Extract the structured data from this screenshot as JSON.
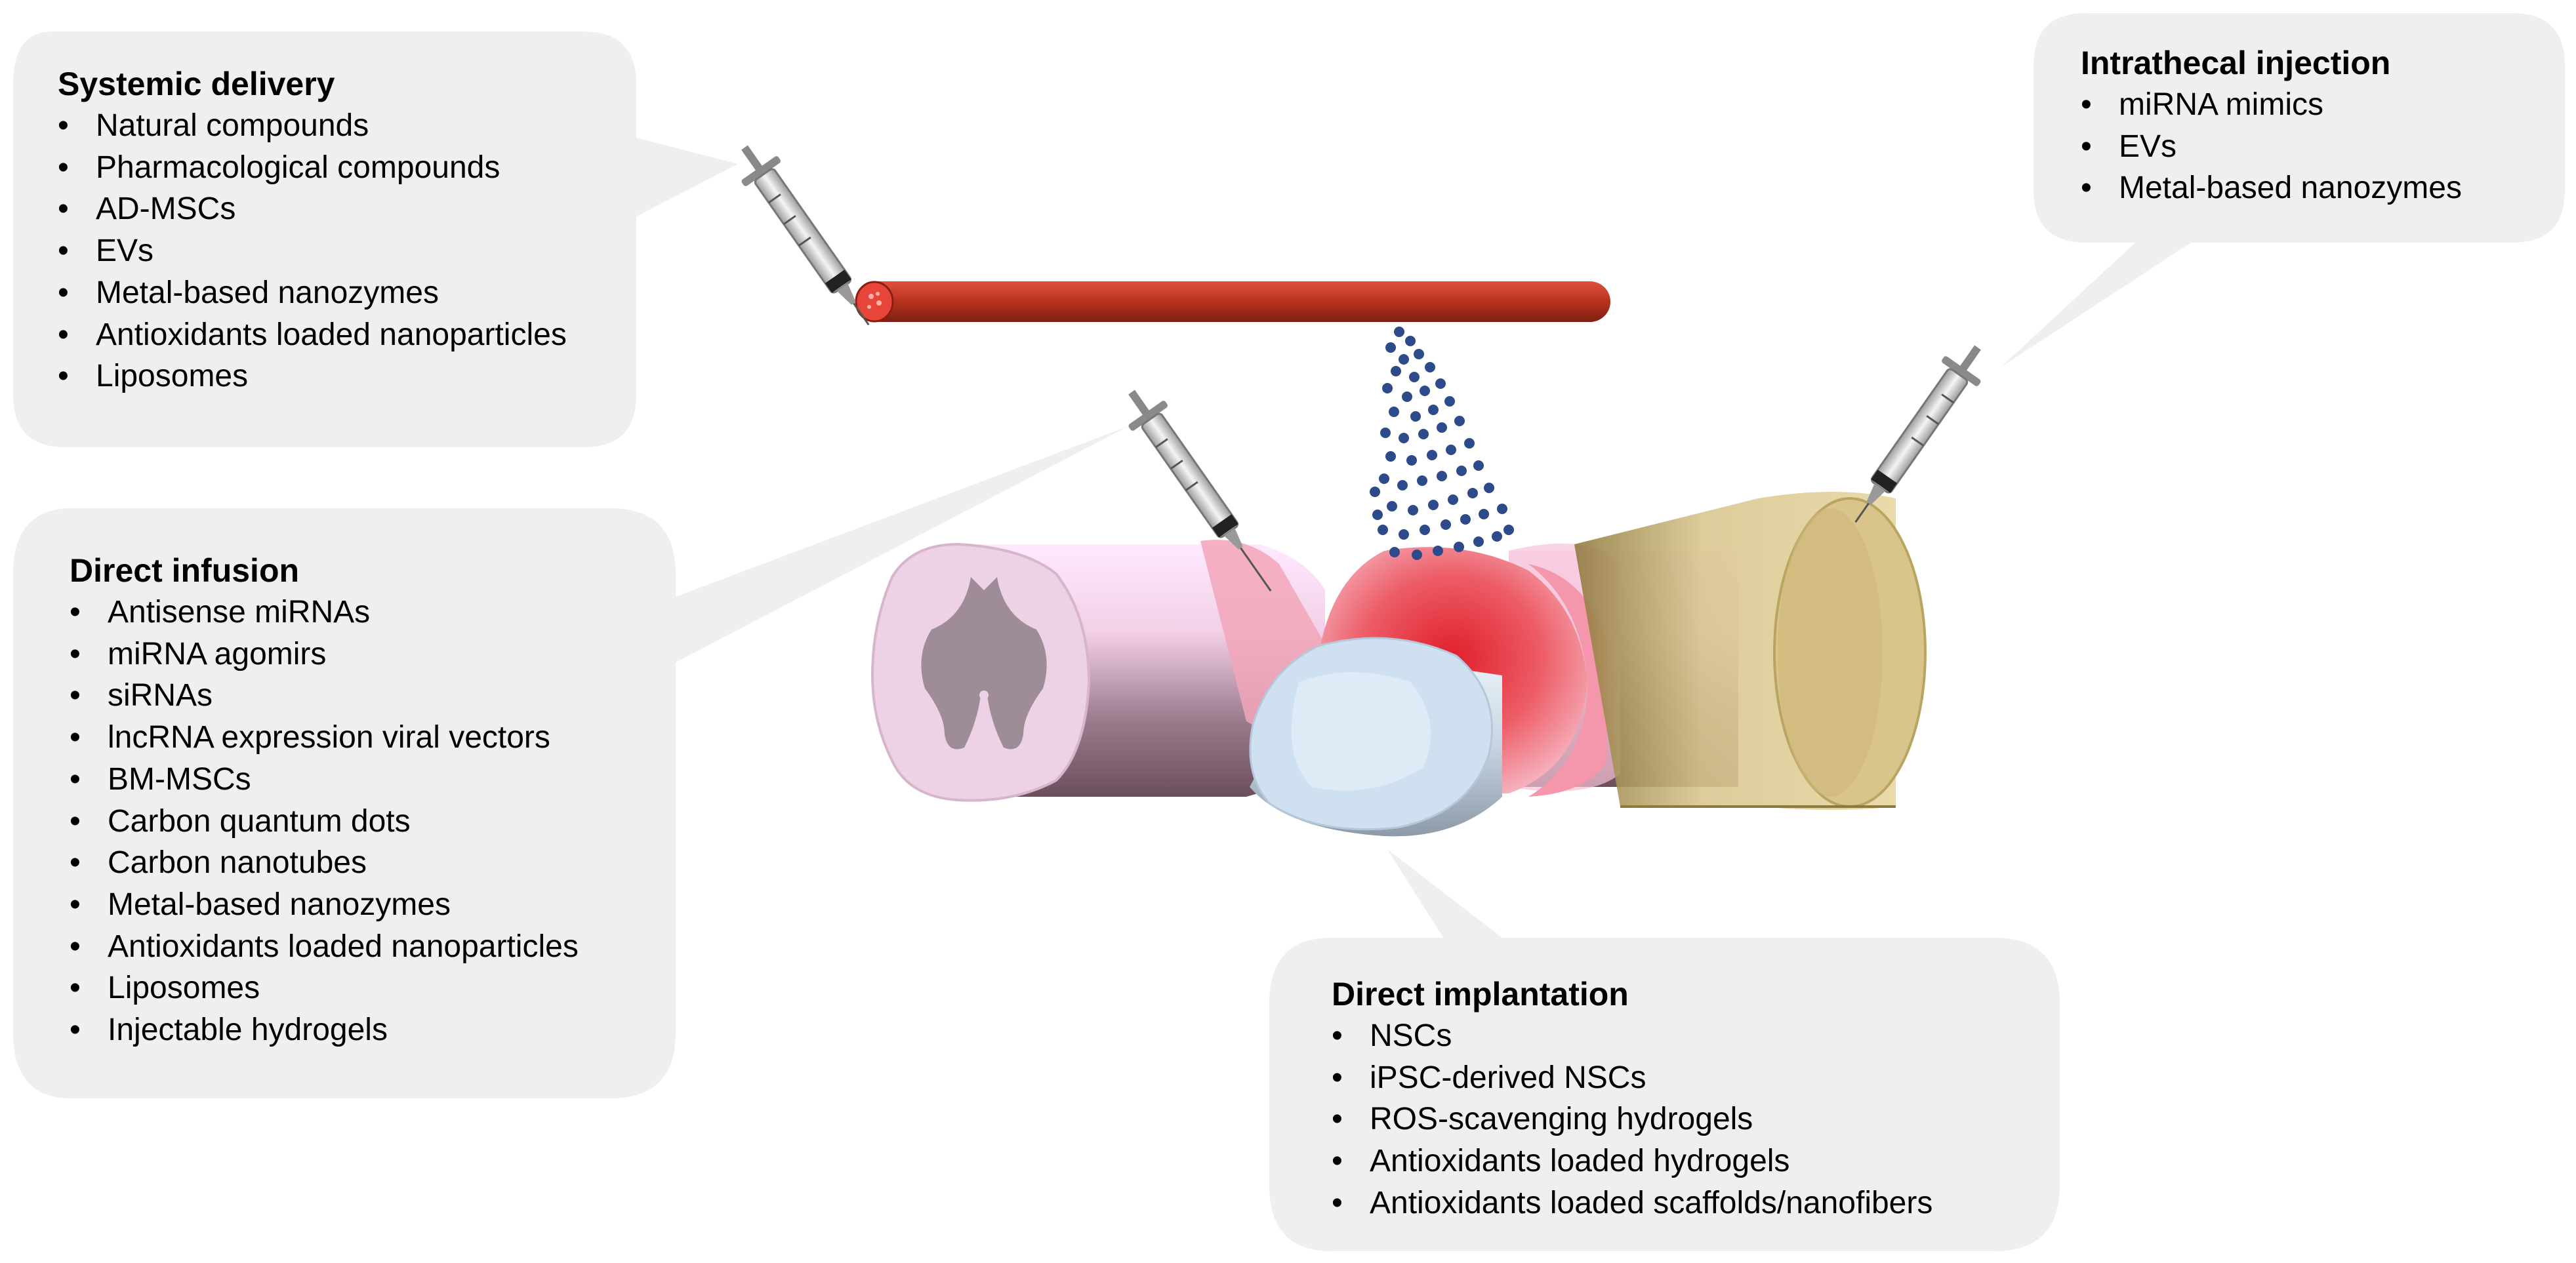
{
  "callouts": {
    "systemic": {
      "title": "Systemic delivery",
      "items": [
        "Natural compounds",
        "Pharmacological compounds",
        "AD-MSCs",
        "EVs",
        "Metal-based nanozymes",
        "Antioxidants loaded nanoparticles",
        "Liposomes"
      ]
    },
    "intrathecal": {
      "title": "Intrathecal injection",
      "items": [
        "miRNA mimics",
        "EVs",
        "Metal-based nanozymes"
      ]
    },
    "infusion": {
      "title": "Direct infusion",
      "items": [
        "Antisense miRNAs",
        "miRNA agomirs",
        "siRNAs",
        "lncRNA expression viral vectors",
        "BM-MSCs",
        "Carbon quantum dots",
        "Carbon nanotubes",
        "Metal-based nanozymes",
        "Antioxidants loaded nanoparticles",
        "Liposomes",
        "Injectable hydrogels"
      ]
    },
    "implantation": {
      "title": "Direct implantation",
      "items": [
        "NSCs",
        "iPSC-derived NSCs",
        "ROS-scavenging hydrogels",
        "Antioxidants loaded hydrogels",
        "Antioxidants loaded scaffolds/nanofibers"
      ]
    }
  },
  "colors": {
    "callout_bg": "#efefef",
    "blood_vessel": "#c0392b",
    "spinal_cord": "#f3d9ea",
    "lesion": "#e8202a",
    "hydrogel": "#cfe0f0",
    "conduit": "#d6c38a",
    "particles": "#2d4a8a"
  }
}
